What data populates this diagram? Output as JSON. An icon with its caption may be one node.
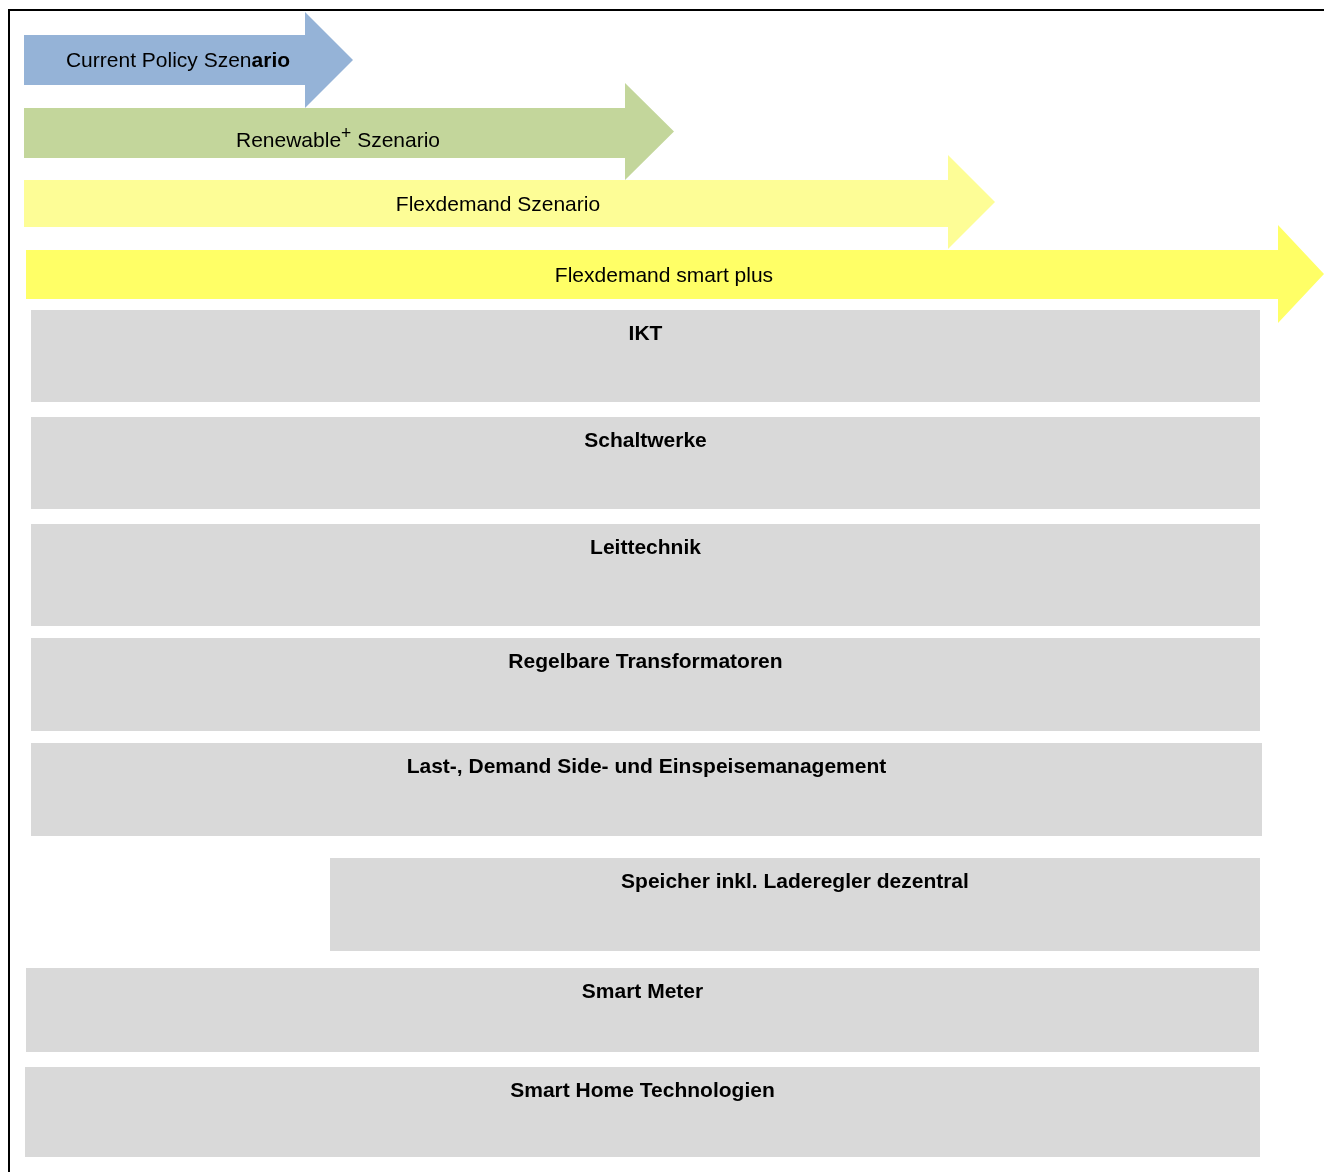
{
  "diagram": {
    "nodes": [
      {
        "text": [
          "Current Policy Szen**ario**"
        ]
      },
      {
        "text": [
          "Renewable$^{+}$ Szenario"
        ]
      },
      {
        "text": [
          "Flexdemand Szenario"
        ]
      },
      {
        "text": [
          "Flexdemand smart plus"
        ]
      },
      {
        "text": [
          "IKT"
        ]
      },
      {
        "text": [
          "Schaltwerke"
        ]
      },
      {
        "text": [
          "Leittechnik"
        ]
      },
      {
        "text": [
          "Regelbare Transformatoren"
        ]
      },
      {
        "text": [
          "Last-, Demand Side- und Einspeisemanagement"
        ]
      },
      {
        "text": [
          "Speicher inkl. Laderegler dezentral"
        ]
      },
      {
        "text": [
          "Smart Meter"
        ]
      },
      {
        "text": [
          "Smart Home Technologien"
        ]
      }
    ]
  }
}
